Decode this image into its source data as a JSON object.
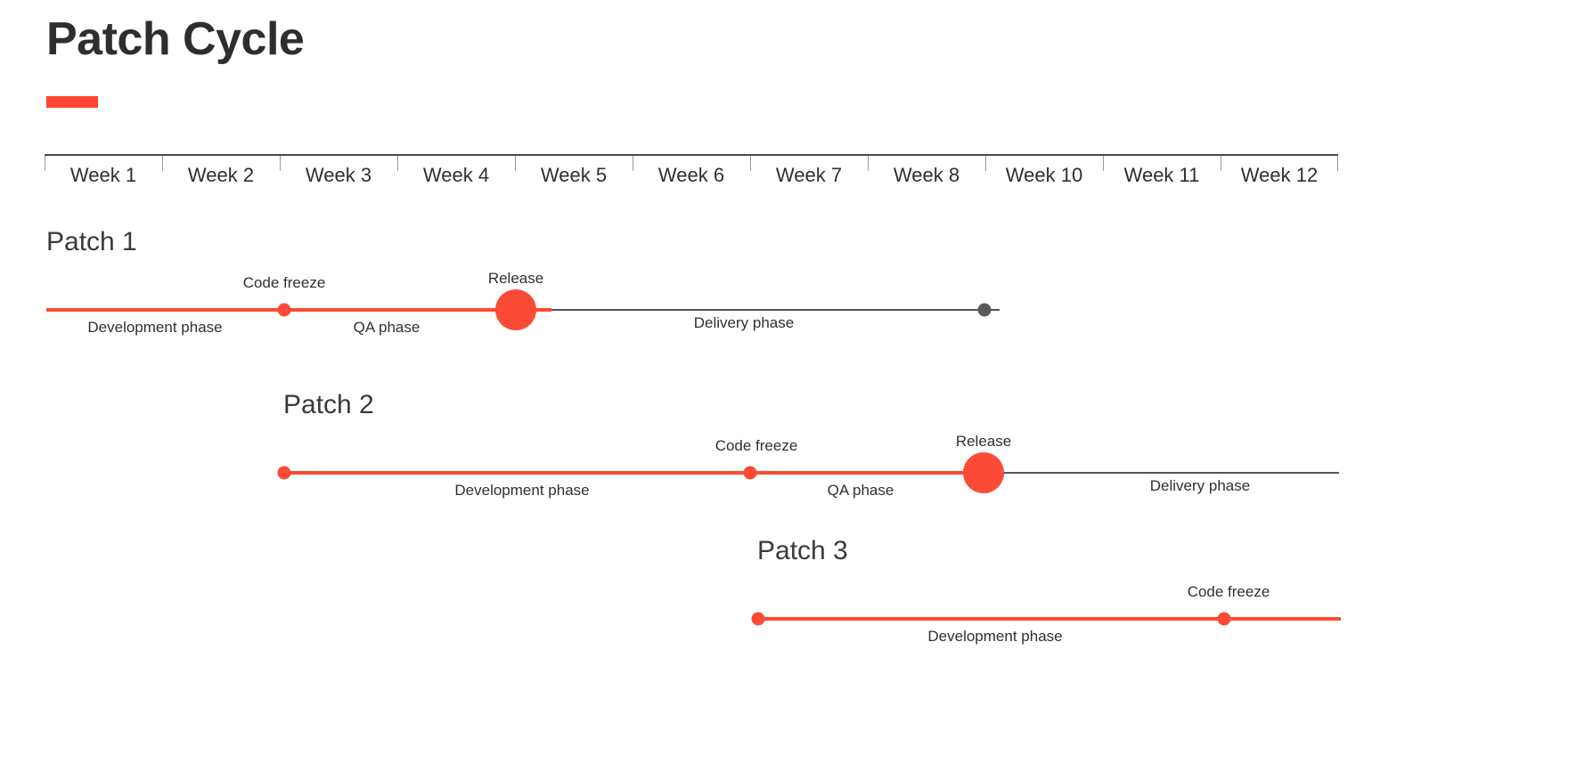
{
  "header": {
    "title": "Patch Cycle",
    "accent_color": "#ff4433"
  },
  "colors": {
    "accent_red": "#fb4a35",
    "delivery_gray": "#555555",
    "text_dark": "#2e2e2e"
  },
  "week_axis": {
    "weeks": [
      "Week 1",
      "Week 2",
      "Week 3",
      "Week 4",
      "Week 5",
      "Week 6",
      "Week 7",
      "Week 8",
      "Week 10",
      "Week 11",
      "Week 12"
    ]
  },
  "patches": [
    {
      "name": "Patch 1",
      "markers": [
        {
          "label": "Code freeze"
        },
        {
          "label": "Release"
        }
      ],
      "phases": [
        {
          "label": "Development phase"
        },
        {
          "label": "QA phase"
        },
        {
          "label": "Delivery phase"
        }
      ]
    },
    {
      "name": "Patch 2",
      "markers": [
        {
          "label": "Code freeze"
        },
        {
          "label": "Release"
        }
      ],
      "phases": [
        {
          "label": "Development phase"
        },
        {
          "label": "QA phase"
        },
        {
          "label": "Delivery phase"
        }
      ]
    },
    {
      "name": "Patch 3",
      "markers": [
        {
          "label": "Code freeze"
        }
      ],
      "phases": [
        {
          "label": "Development phase"
        }
      ]
    }
  ]
}
